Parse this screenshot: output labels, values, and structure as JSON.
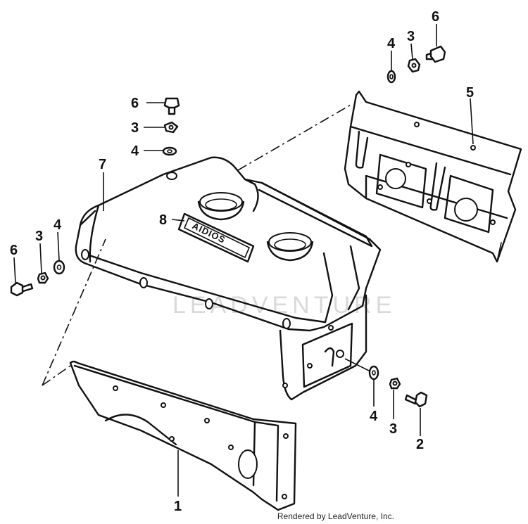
{
  "watermark": "LEADVENTURE",
  "footer": "Rendered by LeadVenture, Inc.",
  "decal_text": "AIDIOS",
  "callouts": {
    "c1": "1",
    "c2": "2",
    "c3a": "3",
    "c3b": "3",
    "c3c": "3",
    "c3d": "3",
    "c4a": "4",
    "c4b": "4",
    "c4c": "4",
    "c4d": "4",
    "c5": "5",
    "c6a": "6",
    "c6b": "6",
    "c6c": "6",
    "c7": "7",
    "c8": "8"
  }
}
